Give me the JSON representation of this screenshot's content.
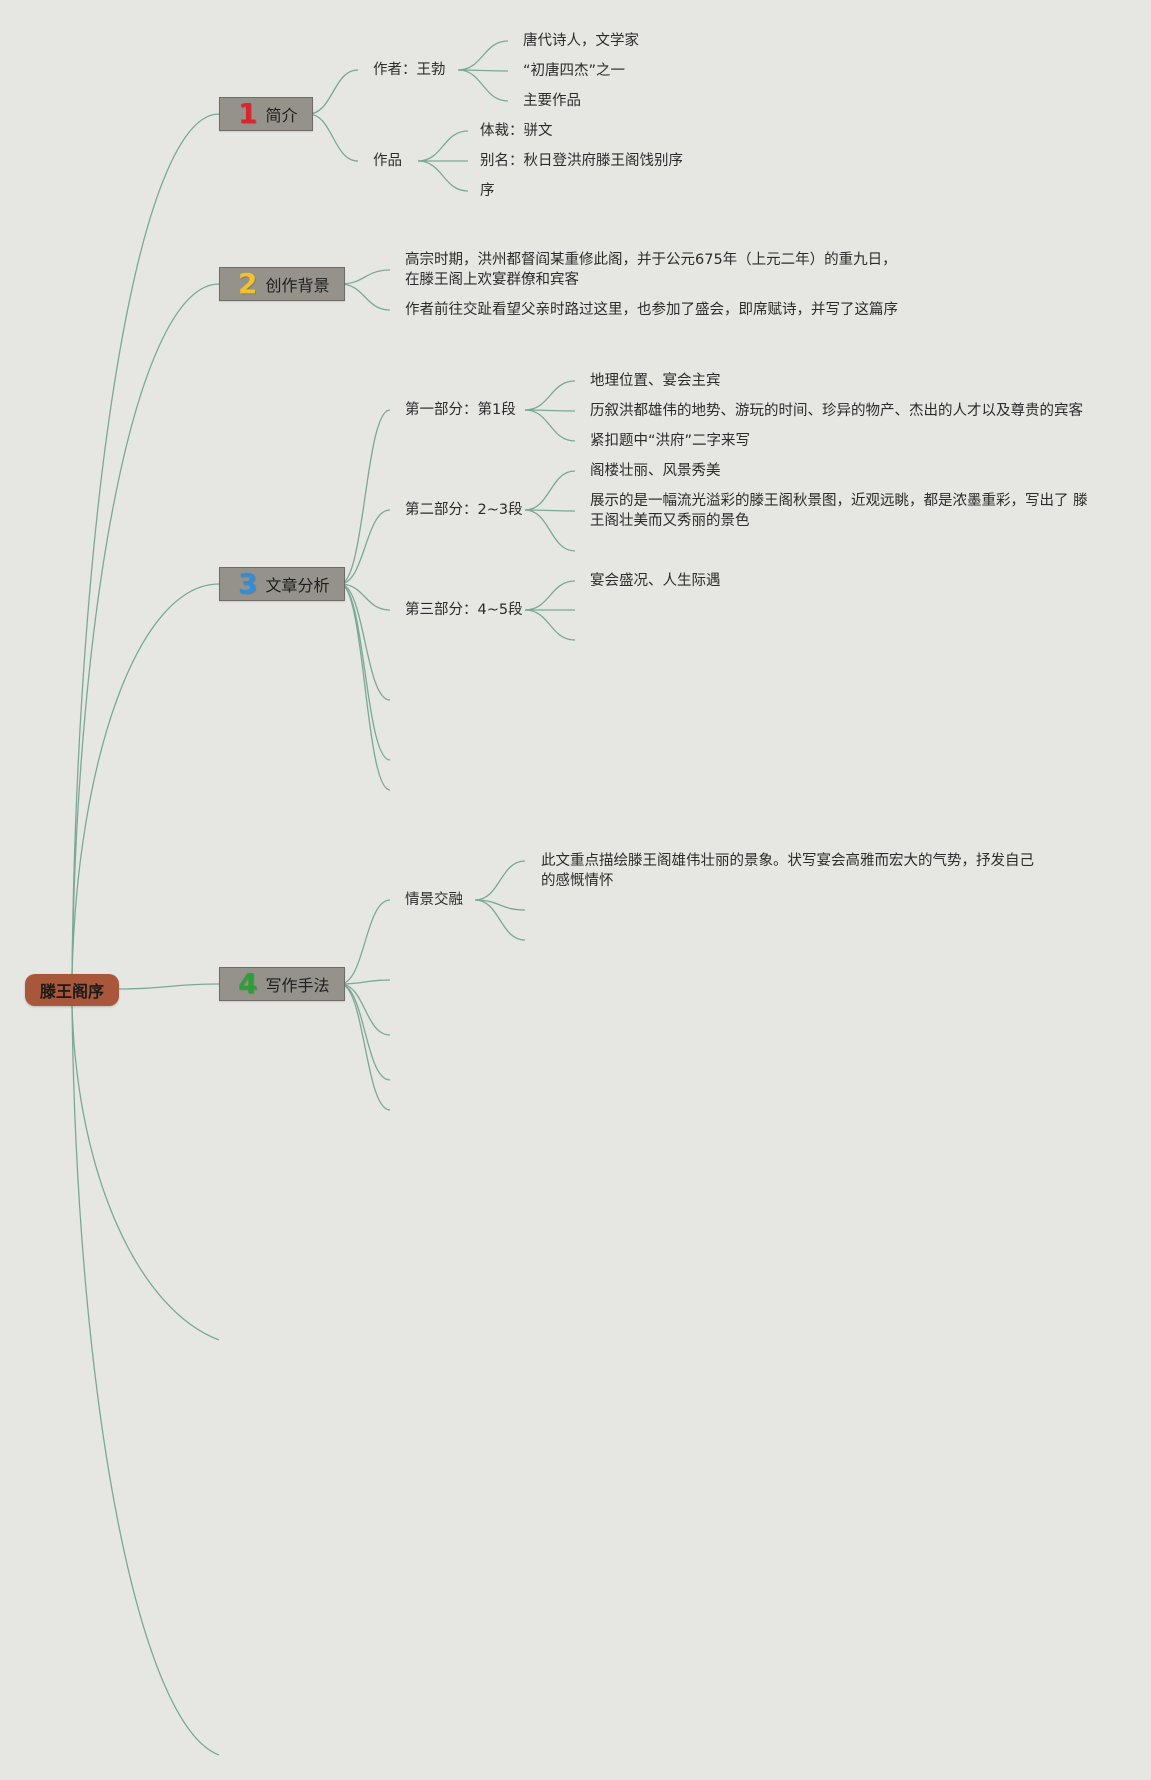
{
  "root": {
    "label": "滕王阁序"
  },
  "colors": {
    "line": "#7aa897",
    "root_bg": "#a9573a",
    "branch_bg": "#95928b"
  },
  "branches": [
    {
      "num": "1",
      "num_color": "#d9262c",
      "label": "简介",
      "sub": [
        {
          "label": "作者：王勃",
          "leaves": [
            "唐代诗人，文学家",
            "“初唐四杰”之一",
            "主要作品"
          ]
        },
        {
          "label": "作品",
          "leaves": [
            "体裁：骈文",
            "别名：秋日登洪府滕王阁饯别序",
            "序"
          ]
        }
      ]
    },
    {
      "num": "2",
      "num_color": "#f2c12e",
      "label": "创作背景",
      "leaves": [
        "高宗时期，洪州都督阎某重修此阁，并于公元675年（上元二年）的重九日，在滕王阁上欢宴群僚和宾客",
        "作者前往交趾看望父亲时路过这里，也参加了盛会，即席赋诗，并写了这篇序"
      ]
    },
    {
      "num": "3",
      "num_color": "#2f8ed9",
      "label": "文章分析",
      "sub": [
        {
          "label": "第一部分：第1段",
          "leaves": [
            "地理位置、宴会主宾",
            "历叙洪都雄伟的地势、游玩的时间、珍异的物产、杰出的人才以及尊贵的宾客",
            "紧扣题中“洪府”二字来写"
          ]
        },
        {
          "label": "第二部分：2~3段",
          "leaves": [
            "阁楼壮丽、风景秀美",
            "展示的是一幅流光溢彩的滕王阁秋景图，近观远眺，都是浓墨重彩，写出了 滕王阁壮美而又秀丽的景色"
          ]
        },
        {
          "label": "第三部分：4~5段",
          "leaves": [
            "宴会盛况、人生际遇"
          ]
        }
      ]
    },
    {
      "num": "4",
      "num_color": "#2e9e3b",
      "label": "写作手法",
      "sub": [
        {
          "label": "情景交融",
          "leaves": [
            "此文重点描绘滕王阁雄伟壮丽的景象。状写宴会高雅而宏大的气势，抒发自己的感慨情怀"
          ]
        }
      ]
    }
  ]
}
